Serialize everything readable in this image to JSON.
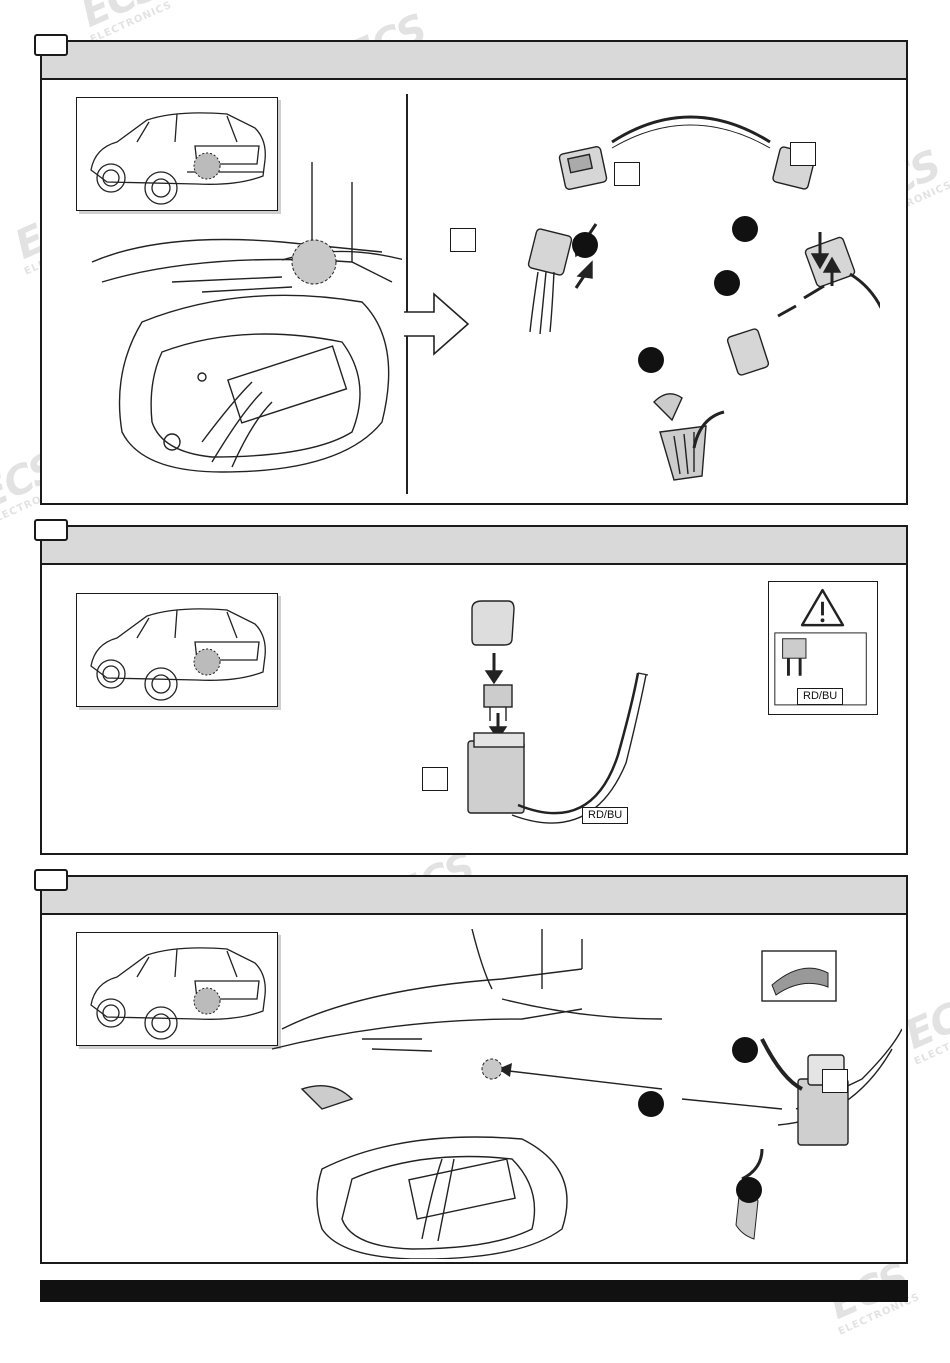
{
  "watermark": {
    "logo": "ECS",
    "sub": "ELECTRONICS"
  },
  "icons": {
    "car": "car-rear-icon",
    "warning": "warning-triangle-icon",
    "fuse": "fuse-icon",
    "bin": "waste-bin-icon",
    "arrow": "arrow-right-icon"
  },
  "colors": {
    "header": "#d9d9d9",
    "border": "#1a1a1a",
    "footer": "#111111"
  },
  "panel2": {
    "wire_label": "RD/BU",
    "warning_fuse_label": "RD/BU"
  }
}
